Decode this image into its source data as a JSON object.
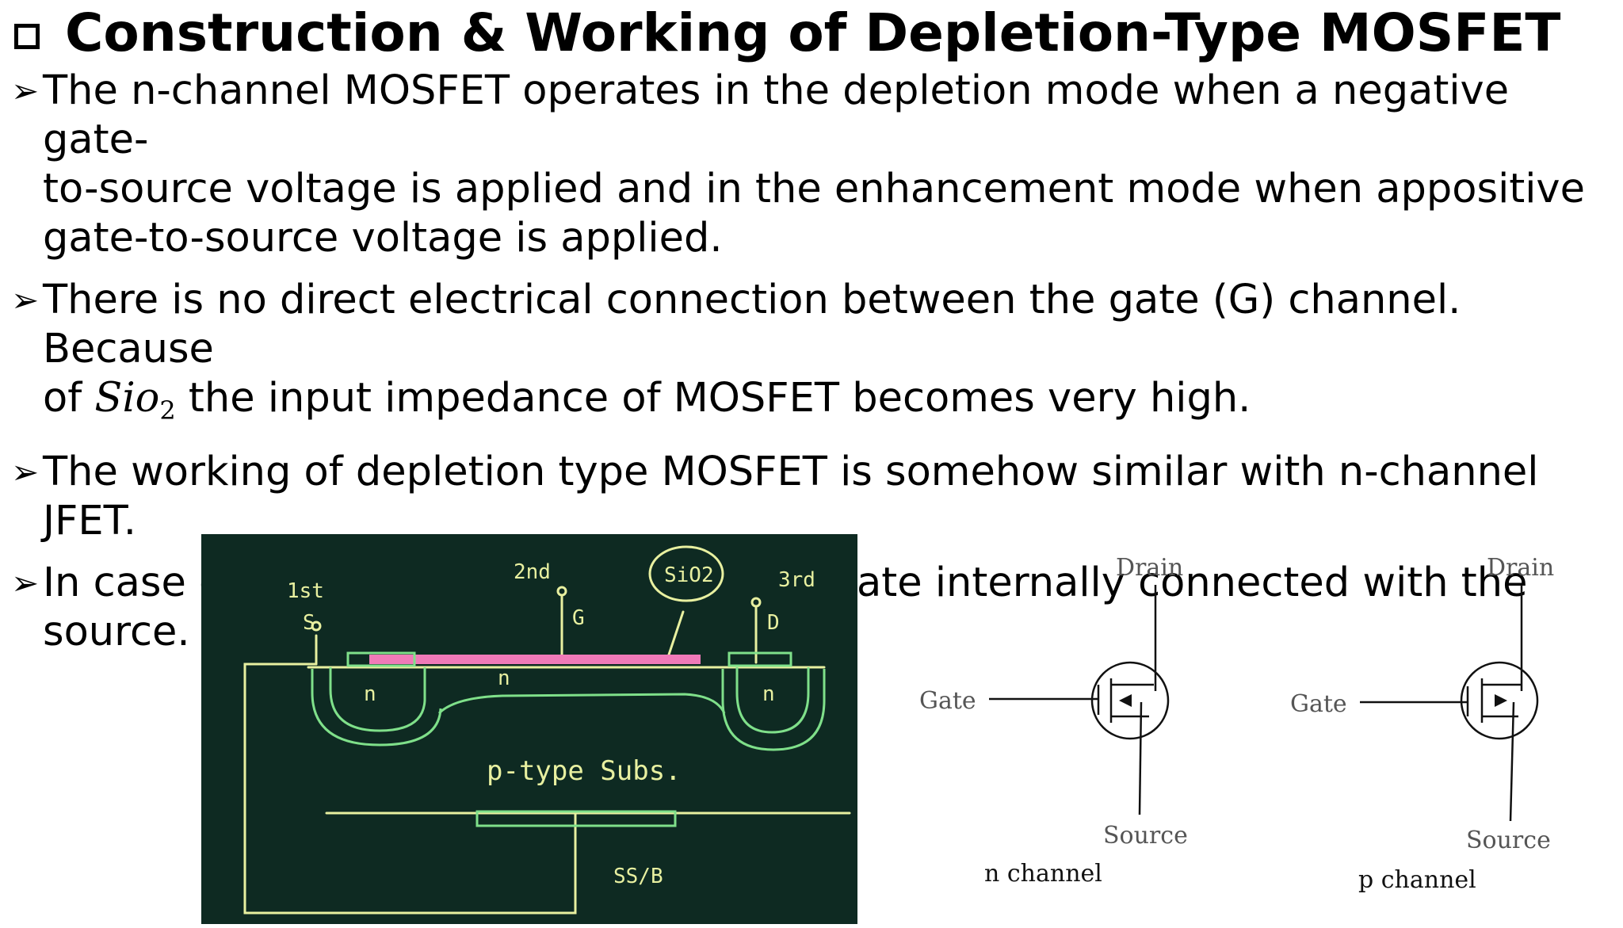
{
  "title": "Construction & Working of Depletion-Type MOSFET",
  "bullets": [
    {
      "text": "The n-channel MOSFET operates in the depletion mode when a negative gate-\nto-source voltage is applied and in the enhancement mode when appositive\ngate-to-source voltage is applied."
    },
    {
      "text_before": "There is no direct electrical connection between the gate (G) channel. Because\nof ",
      "math": "Sio",
      "math_sub": "2",
      "text_after": " the input impedance of MOSFET becomes very high."
    },
    {
      "text": "The working of depletion type MOSFET is somehow similar with n-channel\nJFET."
    },
    {
      "text": "In case of three terminal MOSFET substrate internally connected with the\nsource."
    }
  ],
  "board": {
    "first": "1st",
    "second": "2nd",
    "third": "3rd",
    "s": "S",
    "g": "G",
    "d": "D",
    "sio2": "SiO2",
    "n_left": "n",
    "n_mid": "n",
    "n_right": "n",
    "substrate": "p-type Subs.",
    "ss_b": "SS/B"
  },
  "symbols": {
    "n_drain": "Drain",
    "n_gate": "Gate",
    "n_source": "Source",
    "n_caption": "n channel",
    "p_drain": "Drain",
    "p_gate": "Gate",
    "p_source": "Source",
    "p_caption": "p channel"
  },
  "colors": {
    "board": "#0e2a22",
    "chalk_green": "#7fe08a",
    "chalk_yellow": "#e8f0a0",
    "chalk_pink": "#f07ab8"
  }
}
